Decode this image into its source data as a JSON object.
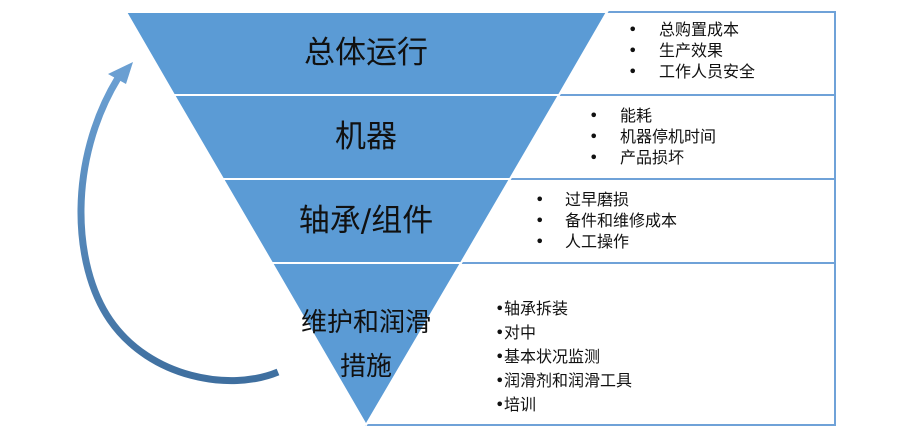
{
  "colors": {
    "band": "#5b9bd5",
    "box_border": "#6fa2d8",
    "arrow": "#4a7fb5"
  },
  "levels": [
    {
      "title": "总体运行",
      "items": [
        "总购置成本",
        "生产效果",
        "工作人员安全"
      ]
    },
    {
      "title": "机器",
      "items": [
        "能耗",
        "机器停机时间",
        "产品损坏"
      ]
    },
    {
      "title": "轴承/组件",
      "items": [
        "过早磨损",
        "备件和维修成本",
        "人工操作"
      ]
    },
    {
      "title_line1": "维护和润滑",
      "title_line2": "措施",
      "items": [
        "轴承拆装",
        "对中",
        "基本状况监测",
        "润滑剂和润滑工具",
        "培训"
      ]
    }
  ],
  "bullet": "•",
  "icons": {
    "cycle_arrow": "curved-arrow-up"
  }
}
